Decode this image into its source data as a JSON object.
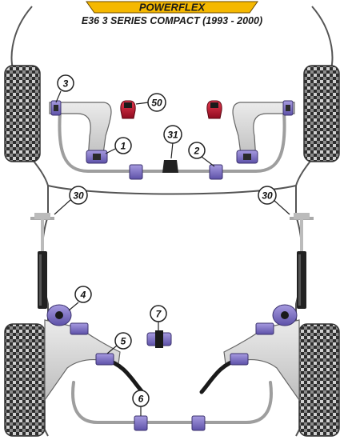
{
  "brand": {
    "name": "POWERFLEX",
    "color": "#f5b800"
  },
  "title": "E36 3 SERIES COMPACT (1993 - 2000)",
  "colors": {
    "chassis_outline": "#555555",
    "bush_purple": "#7b6fc4",
    "bush_red": "#c8102e",
    "arm_fill": "#d9d9d9",
    "tyre_dark": "#2b2b2b",
    "tyre_light": "#cfcfcf"
  },
  "callouts": [
    {
      "id": "1",
      "label": "1"
    },
    {
      "id": "2",
      "label": "2"
    },
    {
      "id": "3",
      "label": "3"
    },
    {
      "id": "50",
      "label": "50"
    },
    {
      "id": "31",
      "label": "31"
    },
    {
      "id": "30L",
      "label": "30"
    },
    {
      "id": "30R",
      "label": "30"
    },
    {
      "id": "4",
      "label": "4"
    },
    {
      "id": "7",
      "label": "7"
    },
    {
      "id": "5",
      "label": "5"
    },
    {
      "id": "6",
      "label": "6"
    }
  ]
}
